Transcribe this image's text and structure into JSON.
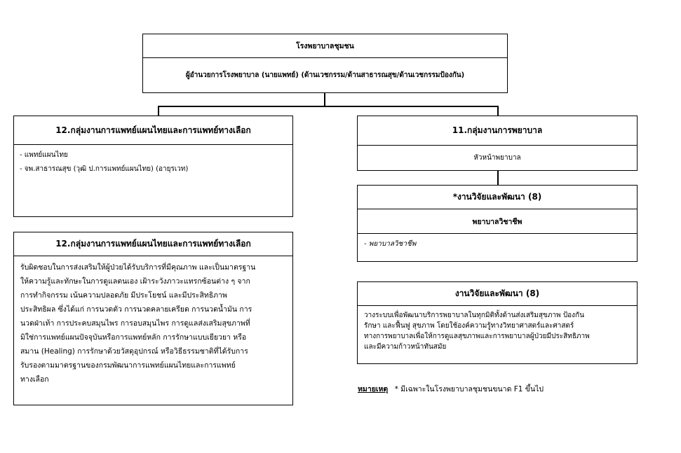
{
  "hospital": {
    "name": "โรงพยาบาลชุมชน",
    "director": "ผู้อำนวยการโรงพยาบาล (นายแพทย์) (ด้านเวชกรรม/ด้านสาธารณสุข/ด้านเวชกรรมป้องกัน)"
  },
  "thai_medicine_group": {
    "title": "12.กลุ่มงานการแพทย์แผนไทยและการแพทย์ทางเลือก",
    "staff": [
      "- แพทย์แผนไทย",
      "- จพ.สาธารณสุข (วุฒิ ป.การแพทย์แผนไทย) (อายุรเวท)"
    ]
  },
  "thai_medicine_duties": {
    "title": "12.กลุ่มงานการแพทย์แผนไทยและการแพทย์ทางเลือก",
    "lines": [
      "รับผิดชอบในการส่งเสริมให้ผู้ป่วยได้รับบริการที่มีคุณภาพ และเป็นมาตรฐาน",
      "ให้ความรู้และทักษะในการดูแลตนเอง เฝ้าระวังภาวะแทรกซ้อนต่าง ๆ จาก",
      "การทำกิจกรรม เน้นความปลอดภัย มีประโยชน์ และมีประสิทธิภาพ",
      "ประสิทธิผล ซึ่งได้แก่ การนวดตัว การนวดคลายเครียด การนวดน้ำมัน การ",
      "นวดฝ่าเท้า การประคบสมุนไพร การอบสมุนไพร การดูแลส่งเสริมสุขภาพที่",
      "มิใช่การแพทย์แผนปัจจุบันหรือการแพทย์หลัก การรักษาแบบเยียวยา หรือ",
      "สมาน (Healing) การรักษาด้วยวัสดุอุปกรณ์ หรือวิธีธรรมชาติที่ได้รับการ",
      "รับรองตามมาตรฐานของกรมพัฒนาการแพทย์แผนไทยและการแพทย์",
      "ทางเลือก"
    ]
  },
  "nursing_group": {
    "title": "11.กลุ่มงานการพยาบาล",
    "head": "หัวหน้าพยาบาล"
  },
  "research_unit": {
    "title": "*งานวิจัยและพัฒนา (8)",
    "position": "พยาบาลวิชาชีพ",
    "staff": "- พยาบาลวิชาชีพ"
  },
  "research_duties": {
    "title": "งานวิจัยและพัฒนา (8)",
    "lines": [
      "วางระบบเพื่อพัฒนาบริการพยาบาลในทุกมิติทั้งด้านส่งเสริมสุขภาพ ป้องกัน",
      "รักษา และฟื้นฟู สุขภาพ โดยใช้องค์ความรู้ทางวิทยาศาสตร์และศาสตร์",
      "ทางการพยาบาลเพื่อให้การดูแลสุขภาพและการพยาบาลผู้ป่วยมีประสิทธิภาพ",
      "และมีความก้าวหน้าทันสมัย"
    ]
  },
  "remark": {
    "label": "หมายเหตุ",
    "text": "* มีเฉพาะในโรงพยาบาลชุมชนขนาด F1 ขึ้นไป"
  }
}
